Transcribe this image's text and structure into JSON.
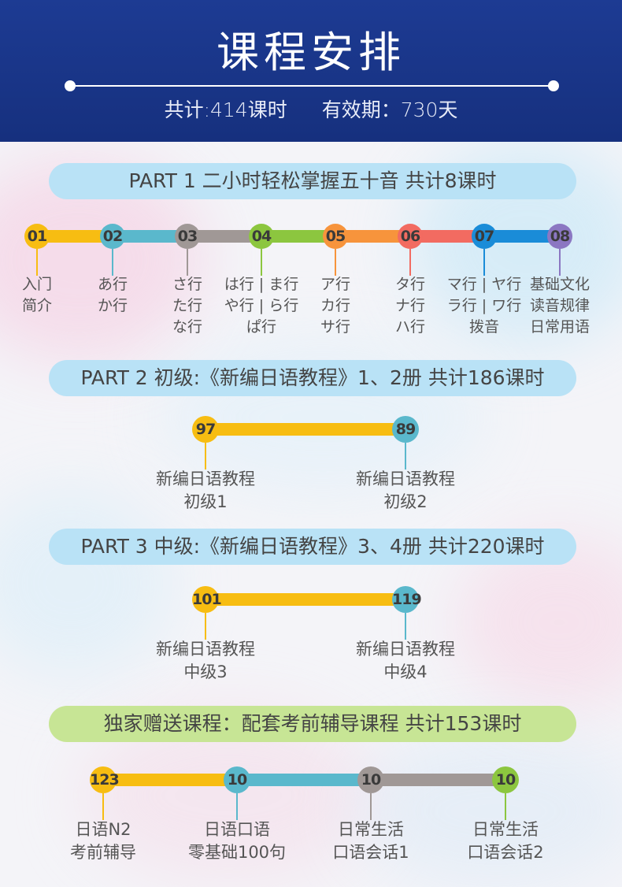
{
  "header": {
    "title": "课程安排",
    "total_hours": "共计:414课时",
    "validity": "有效期：730天"
  },
  "part1": {
    "title": "PART 1  二小时轻松掌握五十音   共计8课时",
    "nodes": [
      {
        "num": "01",
        "color": "#f7bd12",
        "lines": [
          "入门",
          "简介"
        ]
      },
      {
        "num": "02",
        "color": "#5ab8cc",
        "lines": [
          "あ行",
          "か行"
        ]
      },
      {
        "num": "03",
        "color": "#a09896",
        "lines": [
          "さ行",
          "た行",
          "な行"
        ]
      },
      {
        "num": "04",
        "color": "#8cc63f",
        "lines": [
          "は行 | ま行",
          "や行 | ら行",
          "ぱ行"
        ]
      },
      {
        "num": "05",
        "color": "#f7943c",
        "lines": [
          "ア行",
          "カ行",
          "サ行"
        ]
      },
      {
        "num": "06",
        "color": "#f26b61",
        "lines": [
          "タ行",
          "ナ行",
          "ハ行"
        ]
      },
      {
        "num": "07",
        "color": "#1a8cd8",
        "lines": [
          "マ行 | ヤ行",
          "ラ行 | ワ行",
          "拨音"
        ]
      },
      {
        "num": "08",
        "color": "#8b77c2",
        "lines": [
          "基础文化",
          "读音规律",
          "日常用语"
        ]
      }
    ]
  },
  "part2": {
    "title": "PART 2 初级:《新编日语教程》1、2册  共计186课时",
    "nodes": [
      {
        "num": "97",
        "color": "#f7bd12",
        "lines": [
          "新编日语教程",
          "初级1"
        ]
      },
      {
        "num": "89",
        "color": "#5ab8cc",
        "lines": [
          "新编日语教程",
          "初级2"
        ]
      }
    ]
  },
  "part3": {
    "title": "PART 3 中级:《新编日语教程》3、4册  共计220课时",
    "nodes": [
      {
        "num": "101",
        "color": "#f7bd12",
        "lines": [
          "新编日语教程",
          "中级3"
        ]
      },
      {
        "num": "119",
        "color": "#5ab8cc",
        "lines": [
          "新编日语教程",
          "中级4"
        ]
      }
    ]
  },
  "bonus": {
    "title": "独家赠送课程：配套考前辅导课程    共计153课时",
    "nodes": [
      {
        "num": "123",
        "color": "#f7bd12",
        "lines": [
          "日语N2",
          "考前辅导"
        ]
      },
      {
        "num": "10",
        "color": "#5ab8cc",
        "lines": [
          "日语口语",
          "零基础100句"
        ]
      },
      {
        "num": "10",
        "color": "#a09896",
        "lines": [
          "日常生活",
          "口语会话1"
        ]
      },
      {
        "num": "10",
        "color": "#8cc63f",
        "lines": [
          "日常生活",
          "口语会话2"
        ]
      }
    ]
  }
}
